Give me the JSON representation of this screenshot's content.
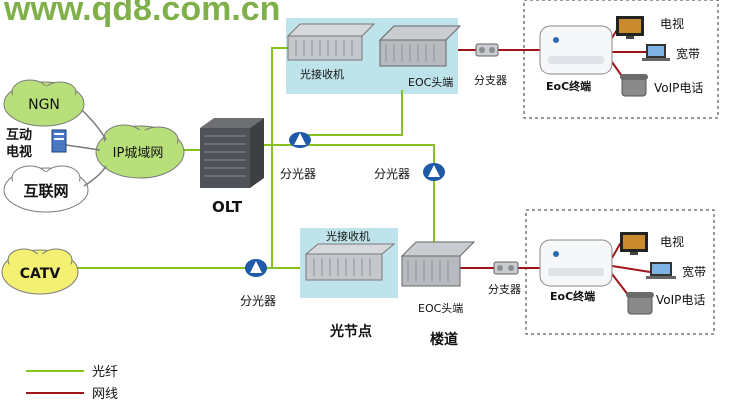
{
  "watermark": "www.qd8.com.cn",
  "colors": {
    "fiber": "#86c21e",
    "network": "#a0151c",
    "cloud_fill": "#b8e07a",
    "node_panel": "#bfe3ea",
    "splitter": "#1e5aa8",
    "watermark": "#6aa32a"
  },
  "clouds": {
    "ngn": "NGN",
    "ip_metro": "IP城域网",
    "internet": "互联网",
    "catv": "CATV"
  },
  "iptv_label": "互动\n电视",
  "olt_label": "OLT",
  "top_branch": {
    "receiver_label": "光接收机",
    "eoc_head_label": "EOC头端",
    "splitter_label": "分支器",
    "terminal_label": "EoC终端",
    "device_labels": [
      "电视",
      "宽带",
      "VoIP电话"
    ]
  },
  "bottom_branch": {
    "receiver_label": "光接收机",
    "eoc_head_label": "EOC头端",
    "splitter_label": "分支器",
    "terminal_label": "EoC终端",
    "device_labels": [
      "电视",
      "宽带",
      "VoIP电话"
    ]
  },
  "optical_splitter_labels": [
    "分光器",
    "分光器",
    "分光器"
  ],
  "optical_node_label": "光节点",
  "corridor_label": "楼道",
  "top_cut_text": "...",
  "legend": [
    {
      "label": "光纤",
      "type": "fiber"
    },
    {
      "label": "网线",
      "type": "network"
    }
  ]
}
